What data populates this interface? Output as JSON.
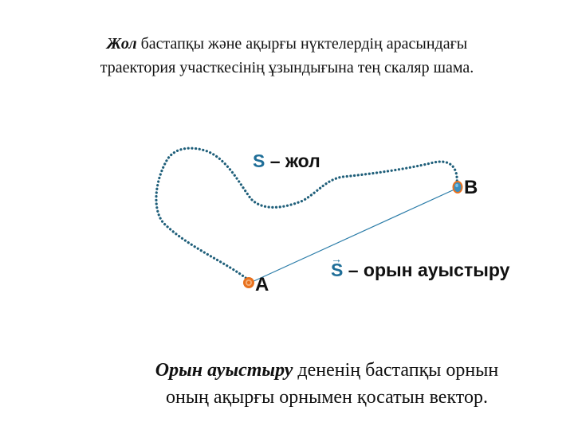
{
  "definitions": {
    "path": {
      "term": "Жол",
      "line1_rest": " бастапқы және ақырғы нүктелердің арасындағы",
      "line2": "траектория участкесінің ұзындығына тең скаляр шама."
    },
    "displacement": {
      "term": "Орын ауыстыру",
      "line1_rest": " дененің бастапқы орнын",
      "line2": "оның ақырғы орнымен қосатын вектор."
    }
  },
  "diagram": {
    "path_label": {
      "symbol": "S",
      "text": " – жол"
    },
    "displacement_label": {
      "symbol": "S",
      "arrow": "→",
      "text": " – орын ауыстыру"
    },
    "points": {
      "start": "A",
      "end": "B"
    },
    "colors": {
      "trajectory": "#1f5f7a",
      "vector_line": "#2a7ca8",
      "label_symbol": "#1f6e98",
      "marker_orange": "#e8711e",
      "marker_blue": "#3a8fc0"
    }
  }
}
